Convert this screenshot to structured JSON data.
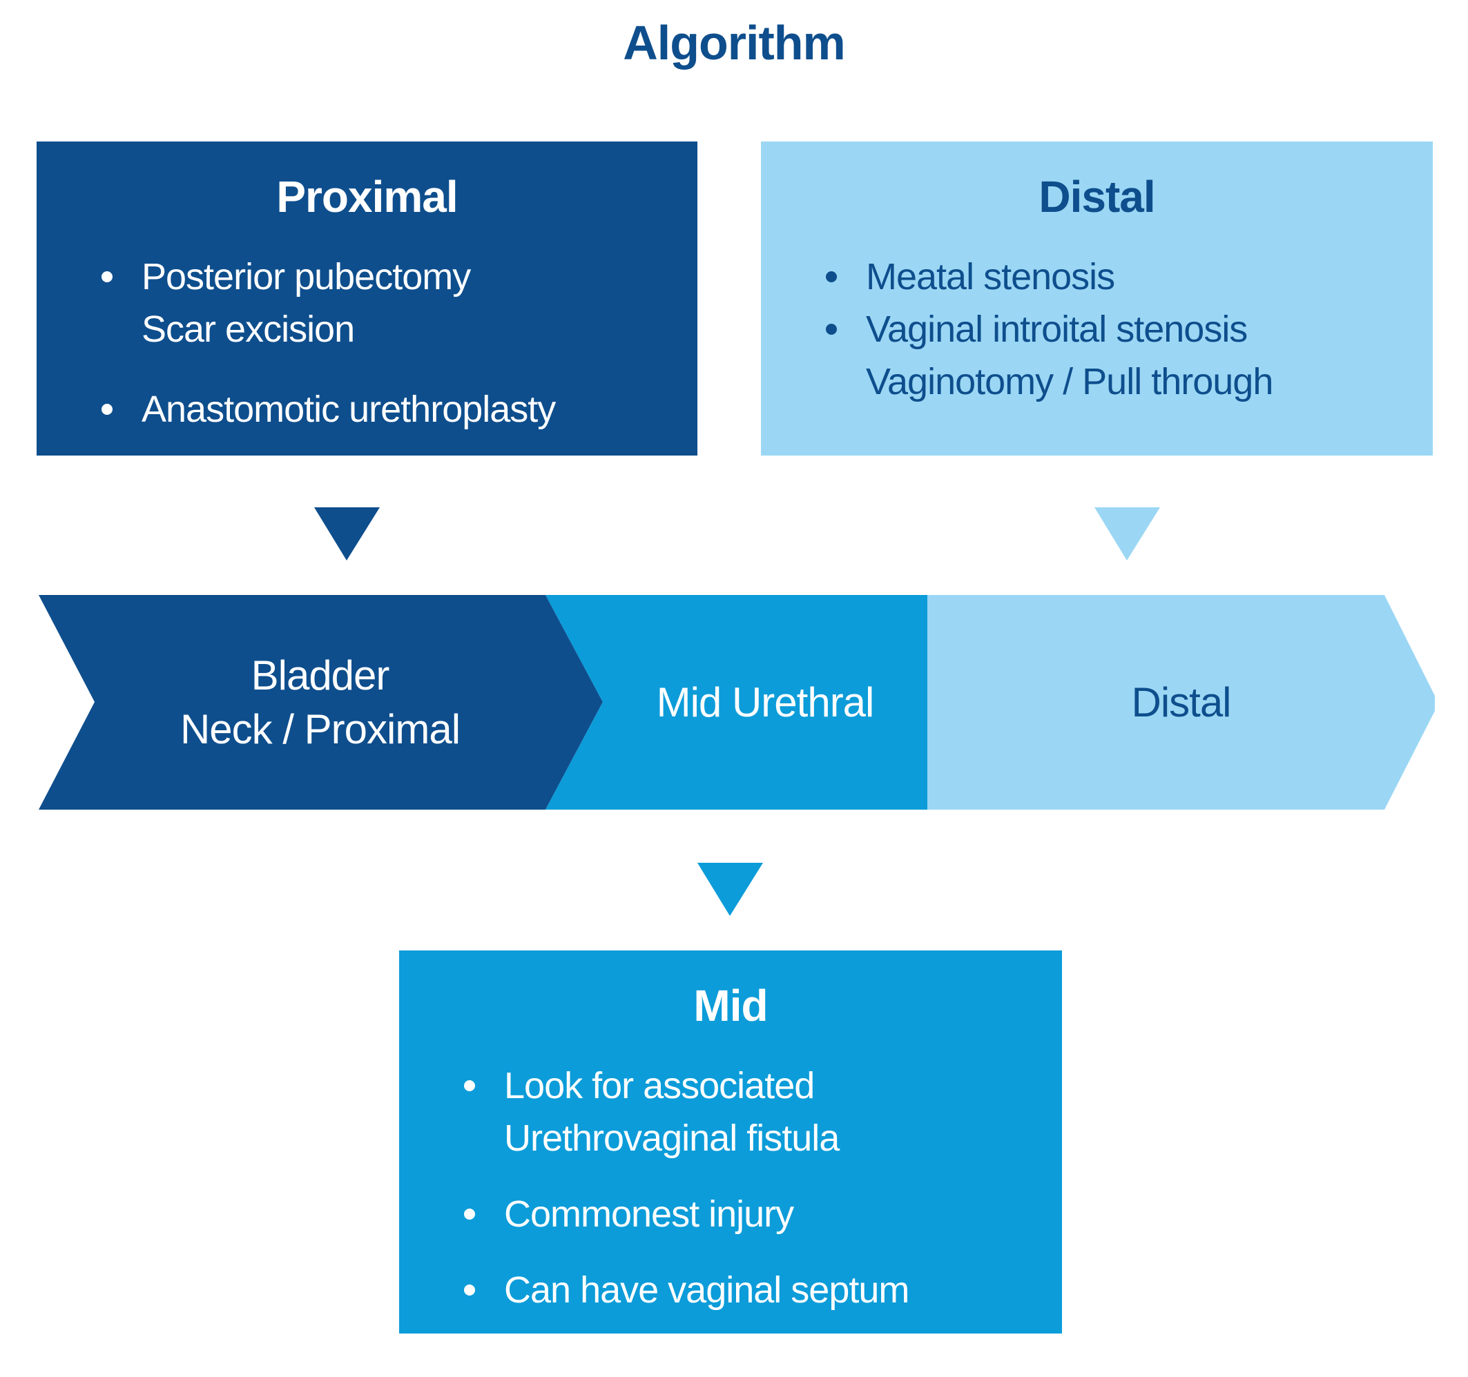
{
  "title": "Algorithm",
  "theme": {
    "dark_blue": "#0E4E8D",
    "mid_blue": "#0C9CD9",
    "light_blue": "#9BD7F4",
    "white": "#FFFFFF"
  },
  "boxes": {
    "proximal": {
      "title": "Proximal",
      "items": [
        {
          "bullet": true,
          "text": "Posterior pubectomy"
        },
        {
          "bullet": false,
          "text": "Scar excision"
        },
        {
          "bullet": true,
          "text": "Anastomotic urethroplasty"
        }
      ]
    },
    "distal": {
      "title": "Distal",
      "items": [
        {
          "bullet": true,
          "text": "Meatal stenosis"
        },
        {
          "bullet": true,
          "text": "Vaginal introital stenosis"
        },
        {
          "bullet": false,
          "text": "Vaginotomy / Pull through"
        }
      ]
    },
    "mid": {
      "title": "Mid",
      "items": [
        {
          "bullet": true,
          "text": "Look for associated"
        },
        {
          "bullet": false,
          "text": "Urethrovaginal fistula"
        },
        {
          "bullet": true,
          "text": "Commonest injury"
        },
        {
          "bullet": true,
          "text": "Can have vaginal septum"
        }
      ]
    }
  },
  "banner": {
    "segments": [
      {
        "label_line1": "Bladder",
        "label_line2": "Neck / Proximal"
      },
      {
        "label": "Mid Urethral"
      },
      {
        "label": "Distal"
      }
    ]
  }
}
